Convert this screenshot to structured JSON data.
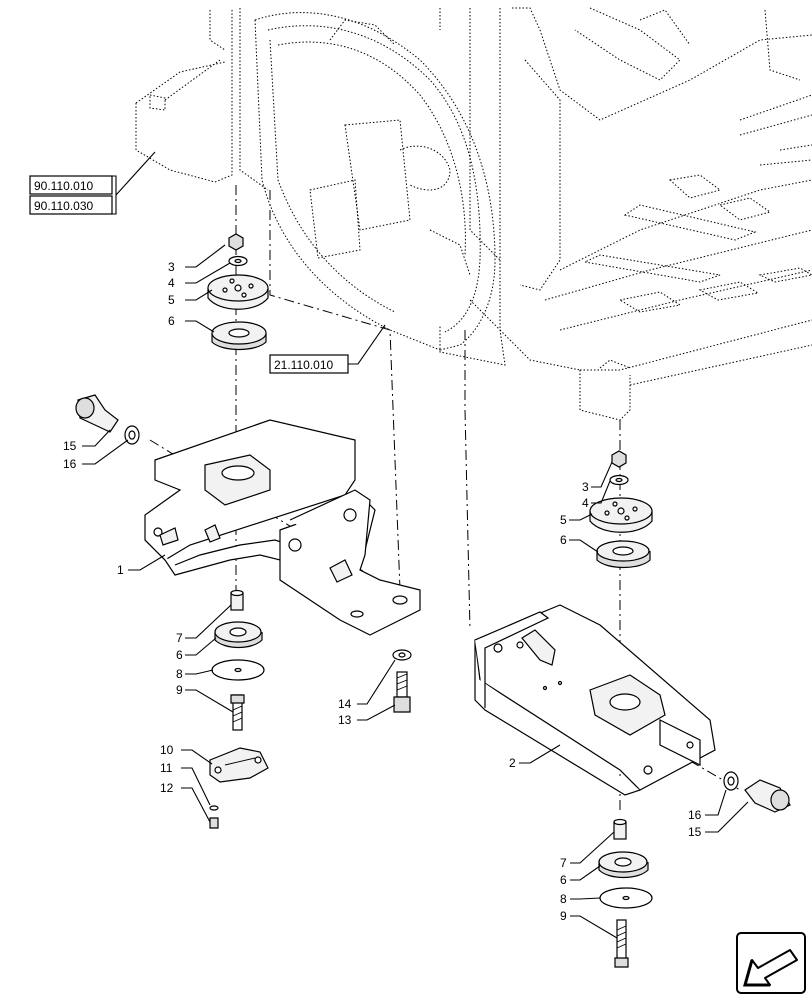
{
  "references": [
    {
      "id": "ref-90-110-010",
      "label": "90.110.010"
    },
    {
      "id": "ref-90-110-030",
      "label": "90.110.030"
    },
    {
      "id": "ref-21-110-010",
      "label": "21.110.010"
    }
  ],
  "callouts": [
    {
      "id": "left-top-3",
      "label": "3"
    },
    {
      "id": "left-top-4",
      "label": "4"
    },
    {
      "id": "left-top-5",
      "label": "5"
    },
    {
      "id": "left-top-6",
      "label": "6"
    },
    {
      "id": "left-15",
      "label": "15"
    },
    {
      "id": "left-16",
      "label": "16"
    },
    {
      "id": "left-1",
      "label": "1"
    },
    {
      "id": "left-bot-7",
      "label": "7"
    },
    {
      "id": "left-bot-6",
      "label": "6"
    },
    {
      "id": "left-bot-8",
      "label": "8"
    },
    {
      "id": "left-bot-9",
      "label": "9"
    },
    {
      "id": "left-14",
      "label": "14"
    },
    {
      "id": "left-13",
      "label": "13"
    },
    {
      "id": "left-10",
      "label": "10"
    },
    {
      "id": "left-11",
      "label": "11"
    },
    {
      "id": "left-12",
      "label": "12"
    },
    {
      "id": "right-top-3",
      "label": "3"
    },
    {
      "id": "right-top-4",
      "label": "4"
    },
    {
      "id": "right-top-5",
      "label": "5"
    },
    {
      "id": "right-top-6",
      "label": "6"
    },
    {
      "id": "right-2",
      "label": "2"
    },
    {
      "id": "right-16",
      "label": "16"
    },
    {
      "id": "right-15",
      "label": "15"
    },
    {
      "id": "right-bot-7",
      "label": "7"
    },
    {
      "id": "right-bot-6",
      "label": "6"
    },
    {
      "id": "right-bot-8",
      "label": "8"
    },
    {
      "id": "right-bot-9",
      "label": "9"
    }
  ],
  "nav_icon": "previous-page-arrow-icon"
}
